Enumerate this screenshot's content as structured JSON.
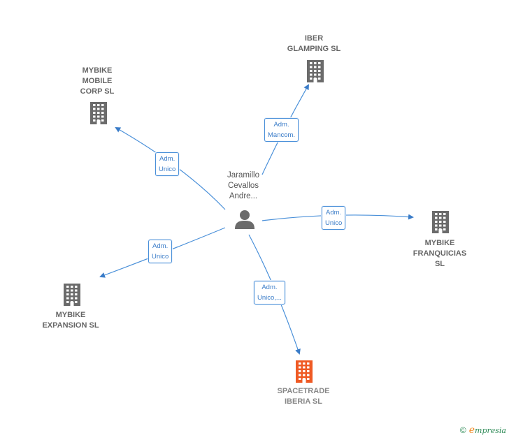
{
  "center": {
    "label": "Jaramillo\nCevallos\nAndre..."
  },
  "companies": [
    {
      "id": "iber",
      "label": "IBER\nGLAMPING  SL",
      "highlight": false
    },
    {
      "id": "mybike-mobile",
      "label": "MYBIKE\nMOBILE\nCORP  SL",
      "highlight": false
    },
    {
      "id": "mybike-franquicias",
      "label": "MYBIKE\nFRANQUICIAS\nSL",
      "highlight": false
    },
    {
      "id": "mybike-expansion",
      "label": "MYBIKE\nEXPANSION  SL",
      "highlight": false
    },
    {
      "id": "spacetrade",
      "label": "SPACETRADE\nIBERIA  SL",
      "highlight": true
    }
  ],
  "edges": [
    {
      "to": "iber",
      "label": "Adm.\nMancom."
    },
    {
      "to": "mybike-mobile",
      "label": "Adm.\nUnico"
    },
    {
      "to": "mybike-franquicias",
      "label": "Adm.\nUnico"
    },
    {
      "to": "mybike-expansion",
      "label": "Adm.\nUnico"
    },
    {
      "to": "spacetrade",
      "label": "Adm.\nUnico,..."
    }
  ],
  "colors": {
    "edge": "#4a90d9",
    "building": "#6b6b6b",
    "building_highlight": "#ef5a24",
    "person": "#6b6b6b"
  },
  "footer": {
    "copyright": "©",
    "brand_initial": "e",
    "brand_rest": "mpresia"
  }
}
